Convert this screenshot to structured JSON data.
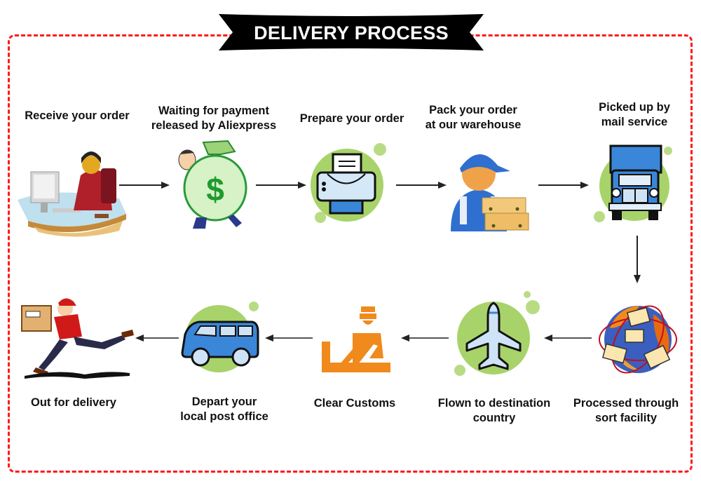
{
  "title": "DELIVERY PROCESS",
  "colors": {
    "border": "#ff1a1a",
    "banner": "#000000",
    "accent_green": "#a8d36a",
    "accent_blue": "#3a87d9",
    "customs_orange": "#f08a1c"
  },
  "steps": [
    {
      "id": 1,
      "label_lines": [
        "Receive your order"
      ],
      "icon": "woman-at-computer-icon"
    },
    {
      "id": 2,
      "label_lines": [
        "Waiting for payment",
        "released by Aliexpress"
      ],
      "icon": "money-bag-icon"
    },
    {
      "id": 3,
      "label_lines": [
        "Prepare your order"
      ],
      "icon": "printer-icon"
    },
    {
      "id": 4,
      "label_lines": [
        "Pack your order",
        "at our warehouse"
      ],
      "icon": "worker-with-boxes-icon"
    },
    {
      "id": 5,
      "label_lines": [
        "Picked up by",
        "mail service"
      ],
      "icon": "truck-icon"
    },
    {
      "id": 6,
      "label_lines": [
        "Processed through",
        "sort facility"
      ],
      "icon": "globe-mail-icon"
    },
    {
      "id": 7,
      "label_lines": [
        "Flown to destination",
        "country"
      ],
      "icon": "airplane-icon"
    },
    {
      "id": 8,
      "label_lines": [
        "Clear Customs"
      ],
      "icon": "customs-officer-icon"
    },
    {
      "id": 9,
      "label_lines": [
        "Depart your",
        "local post office"
      ],
      "icon": "van-icon"
    },
    {
      "id": 10,
      "label_lines": [
        "Out for delivery"
      ],
      "icon": "courier-running-icon"
    }
  ],
  "flow": [
    {
      "from": 1,
      "to": 2,
      "direction": "right"
    },
    {
      "from": 2,
      "to": 3,
      "direction": "right"
    },
    {
      "from": 3,
      "to": 4,
      "direction": "right"
    },
    {
      "from": 4,
      "to": 5,
      "direction": "right"
    },
    {
      "from": 5,
      "to": 6,
      "direction": "down"
    },
    {
      "from": 6,
      "to": 7,
      "direction": "left"
    },
    {
      "from": 7,
      "to": 8,
      "direction": "left"
    },
    {
      "from": 8,
      "to": 9,
      "direction": "left"
    },
    {
      "from": 9,
      "to": 10,
      "direction": "left"
    }
  ]
}
